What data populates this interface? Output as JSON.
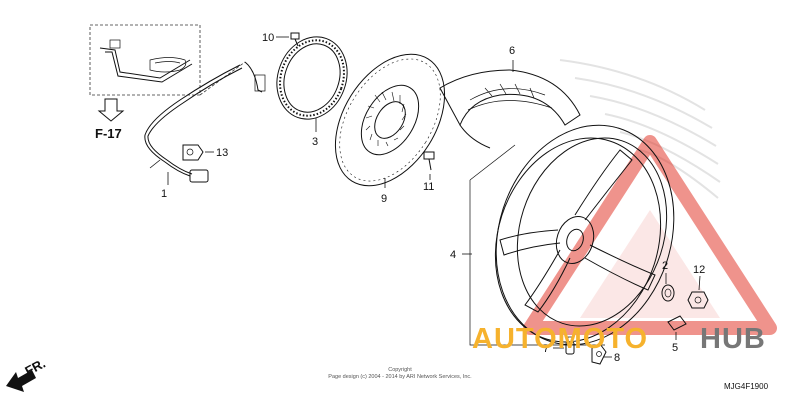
{
  "callouts": {
    "c1": "1",
    "c2": "2",
    "c3": "3",
    "c4": "4",
    "c5": "5",
    "c6": "6",
    "c7": "7",
    "c8": "8",
    "c9": "9",
    "c10": "10",
    "c11": "11",
    "c12": "12",
    "c13": "13"
  },
  "reference": {
    "label": "F-17"
  },
  "direction": {
    "label": "FR."
  },
  "copyright": {
    "line1": "Copyright",
    "line2": "Page design (c) 2004 - 2014 by ARI Network Services, Inc."
  },
  "diagram_code": "MJG4F1900",
  "watermark": {
    "part1": "AUTOMOTO",
    "part2": "HUB"
  },
  "colors": {
    "watermark_red": "#e23b2e",
    "watermark_orange": "#f6b22d",
    "watermark_grey": "#777777",
    "line": "#111111"
  }
}
